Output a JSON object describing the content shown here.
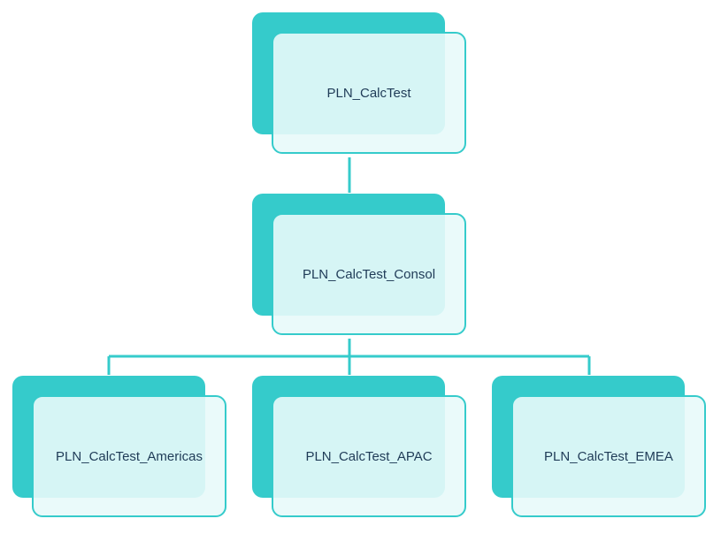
{
  "diagram": {
    "accent_color": "#35cbcb",
    "nodes": {
      "root": {
        "label": "PLN_CalcTest"
      },
      "consol": {
        "label": "PLN_CalcTest_Consol"
      },
      "americas": {
        "label": "PLN_CalcTest_Americas"
      },
      "apac": {
        "label": "PLN_CalcTest_APAC"
      },
      "emea": {
        "label": "PLN_CalcTest_EMEA"
      }
    },
    "edges": [
      {
        "from": "root",
        "to": "consol"
      },
      {
        "from": "consol",
        "to": "americas"
      },
      {
        "from": "consol",
        "to": "apac"
      },
      {
        "from": "consol",
        "to": "emea"
      }
    ]
  }
}
